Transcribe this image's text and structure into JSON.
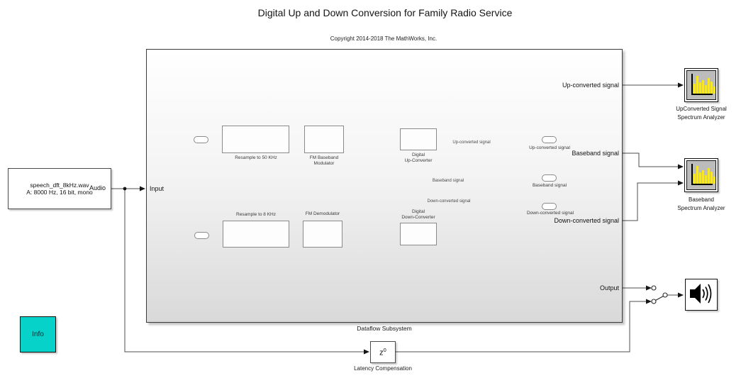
{
  "title": "Digital Up and Down Conversion for Family Radio Service",
  "copyright": "Copyright 2014-2018 The MathWorks, Inc.",
  "source_block": {
    "line1": "speech_dft_8kHz.wav",
    "line2": "A: 8000 Hz, 16 bit, mono",
    "signal_label": "Audio"
  },
  "info_block": {
    "label": "Info",
    "color": "#06d2ca"
  },
  "subsystem": {
    "label": "Dataflow Subsystem",
    "port_labels": {
      "input": "Input",
      "up": "Up-converted signal",
      "baseband": "Baseband signal",
      "down": "Down-converted signal",
      "output": "Output"
    },
    "blocks": {
      "resample50": {
        "label": "Resample to 50 KHz"
      },
      "fm_modulator": {
        "line1": "FM Baseband",
        "line2": "Modulator"
      },
      "duc": {
        "line1": "Digital",
        "line2": "Up-Converter"
      },
      "resample8": {
        "label": "Resample to 8 KHz"
      },
      "fm_demodulator": {
        "label": "FM Demodulator"
      },
      "ddc": {
        "line1": "Digital",
        "line2": "Down-Converter"
      }
    },
    "wire_labels": {
      "up": "Up-converted signal",
      "baseband": "Baseband signal",
      "down": "Down-converted signal"
    },
    "outport_labels": {
      "up": "Up-converted signal",
      "baseband": "Baseband signal",
      "down": "Down-converted signal"
    }
  },
  "latency": {
    "symbol_base": "z",
    "symbol_sup": "0",
    "label": "Latency Compensation"
  },
  "analyzers": {
    "up": {
      "line1": "UpConverted Signal",
      "line2": "Spectrum Analyzer"
    },
    "baseband": {
      "line1": "Baseband",
      "line2": "Spectrum Analyzer"
    },
    "icon_bar_heights": [
      14,
      25,
      16,
      19,
      12,
      22,
      17,
      10
    ],
    "icon_bar_color": "#ffeb00"
  },
  "icons": {
    "spectrum": "spectrum-bars-icon",
    "speaker": "speaker-icon"
  },
  "colors": {
    "wire": "#4d4d4d",
    "info_cyan": "#06d2ca",
    "spectrum_yellow": "#ffeb00",
    "subsystem_gradient_bottom": "#d9d9d9"
  }
}
